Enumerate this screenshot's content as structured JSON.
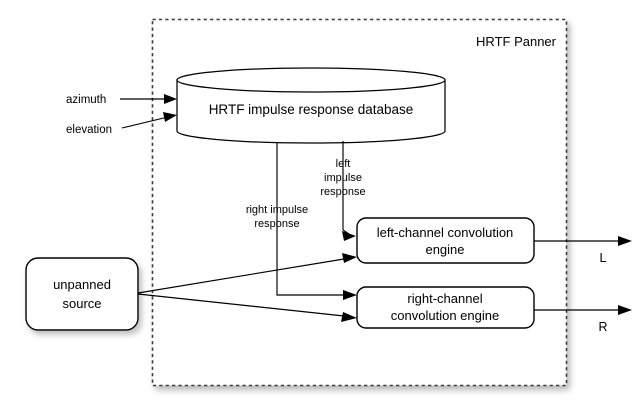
{
  "diagram": {
    "title": "HRTF Panner",
    "container": {
      "label": "HRTF Panner",
      "style": "dashed-border-with-shadow"
    },
    "inputs": [
      {
        "name": "azimuth-input",
        "label": "azimuth"
      },
      {
        "name": "elevation-input",
        "label": "elevation"
      }
    ],
    "database": {
      "name": "hrtf-impulse-response-database",
      "label": "HRTF impulse response database",
      "shape": "cylinder"
    },
    "source": {
      "name": "unpanned-source",
      "label_line1": "unpanned",
      "label_line2": "source",
      "shape": "rounded-rectangle"
    },
    "engines": [
      {
        "name": "left-channel-convolution-engine",
        "label_line1": "left-channel convolution",
        "label_line2": "engine"
      },
      {
        "name": "right-channel-convolution-engine",
        "label_line1": "right-channel",
        "label_line2": "convolution engine"
      }
    ],
    "edge_labels": {
      "right_impulse": {
        "line1": "right impulse",
        "line2": "response"
      },
      "left_impulse": {
        "line1": "left",
        "line2": "impulse",
        "line3": "response"
      }
    },
    "outputs": [
      {
        "name": "left-output",
        "label": "L"
      },
      {
        "name": "right-output",
        "label": "R"
      }
    ],
    "colors": {
      "stroke": "#000000",
      "fill": "#ffffff",
      "background": "#ffffff",
      "shadow": "#b9b9b9"
    }
  }
}
